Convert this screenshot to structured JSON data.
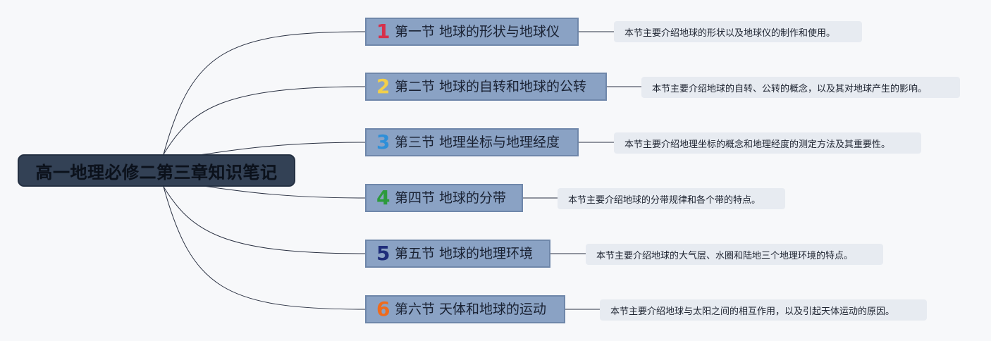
{
  "root": {
    "title": "高一地理必修二第三章知识笔记"
  },
  "topics": [
    {
      "number": "1",
      "number_color": "#d6304b",
      "label": "第一节 地球的形状与地球仪",
      "note": "本节主要介绍地球的形状以及地球仪的制作和使用。"
    },
    {
      "number": "2",
      "number_color": "#f2cf4a",
      "label": "第二节 地球的自转和地球的公转",
      "note": "本节主要介绍地球的自转、公转的概念，以及其对地球产生的影响。"
    },
    {
      "number": "3",
      "number_color": "#2f8fd8",
      "label": "第三节 地理坐标与地理经度",
      "note": "本节主要介绍地理坐标的概念和地理经度的测定方法及其重要性。"
    },
    {
      "number": "4",
      "number_color": "#2c9a3c",
      "label": "第四节 地球的分带",
      "note": "本节主要介绍地球的分带规律和各个带的特点。"
    },
    {
      "number": "5",
      "number_color": "#1f2d7a",
      "label": "第五节 地球的地理环境",
      "note": "本节主要介绍地球的大气层、水圈和陆地三个地理环境的特点。"
    },
    {
      "number": "6",
      "number_color": "#ef6b1c",
      "label": "第六节 天体和地球的运动",
      "note": "本节主要介绍地球与太阳之间的相互作用，以及引起天体运动的原因。"
    }
  ],
  "colors": {
    "background": "#f7f8fa",
    "root_fill": "#334155",
    "topic_fill": "#8aa2c4",
    "note_fill": "#e7ebf1",
    "connector": "#2a3142"
  }
}
